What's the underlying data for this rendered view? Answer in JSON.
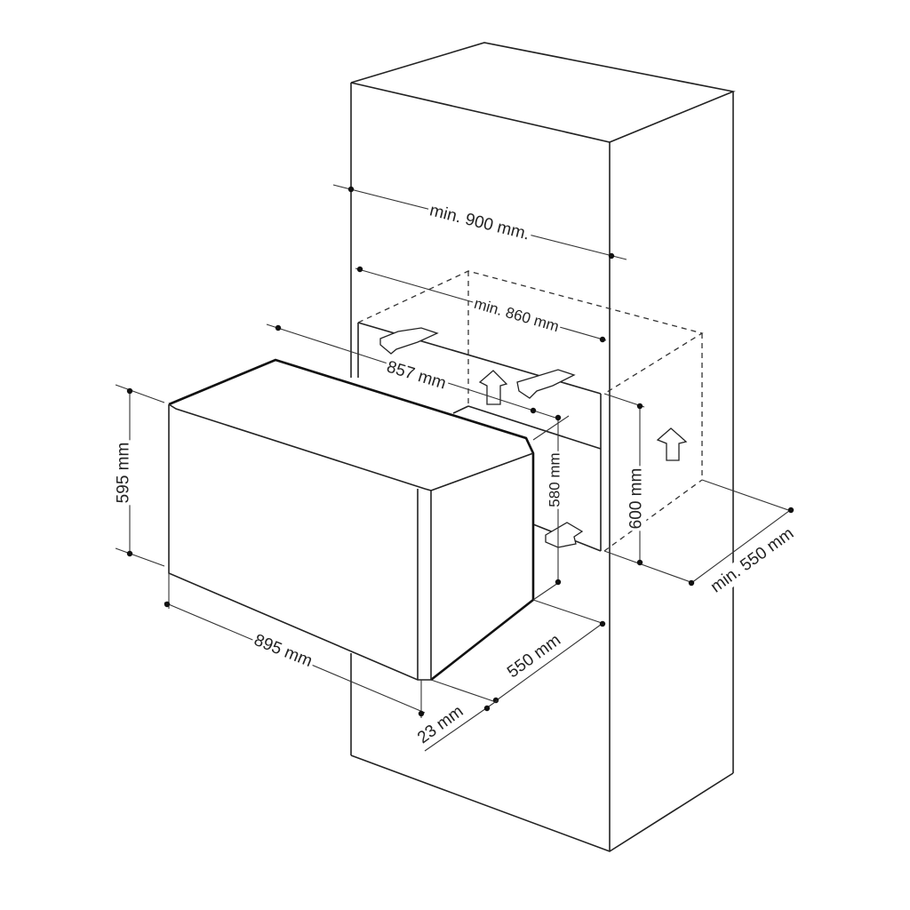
{
  "dimensions": {
    "cabinet_width": "min. 900 mm.",
    "niche_width": "min. 860 mm",
    "oven_back_width": "857 mm",
    "oven_height": "595 mm",
    "oven_width": "895 mm",
    "oven_body_height": "580 mm",
    "niche_height": "600 mm",
    "niche_depth": "min. 550 mm",
    "oven_depth": "550 mm",
    "door_thickness": "23 mm"
  }
}
